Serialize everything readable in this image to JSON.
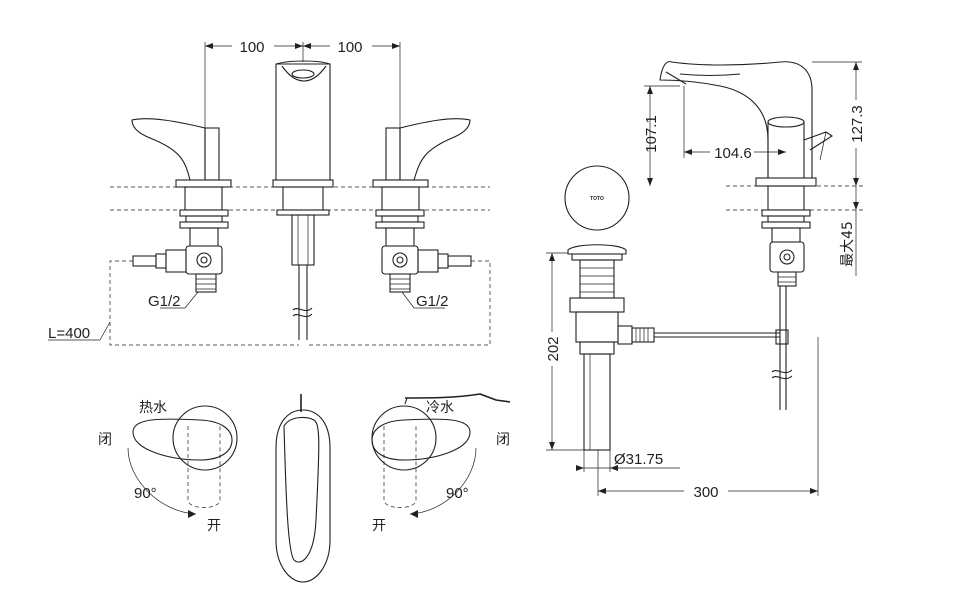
{
  "dimensions": {
    "spacing_left": "100",
    "spacing_right": "100",
    "hose_length": "L=400",
    "thread_left": "G1/2",
    "thread_right": "G1/2",
    "height_107": "107.1",
    "reach": "104.6",
    "height_127": "127.3",
    "max_45": "最大45",
    "drain_height": "202",
    "drain_diameter": "Ø31.75",
    "drain_reach": "300"
  },
  "handles": {
    "hot_label": "热水",
    "cold_label": "冷水",
    "close_left": "闭",
    "close_right": "闭",
    "open_left": "开",
    "open_right": "开",
    "angle_left": "90°",
    "angle_right": "90°"
  },
  "logo": "TOTO"
}
